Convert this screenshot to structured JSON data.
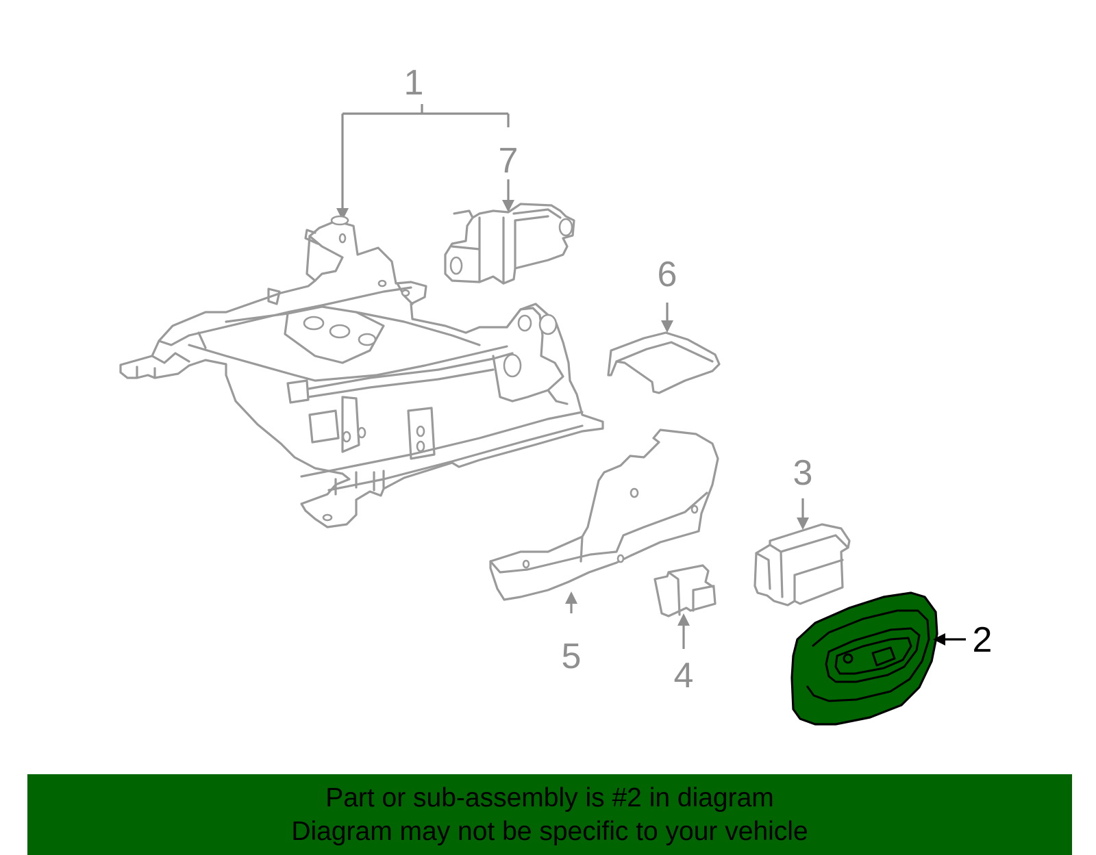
{
  "callouts": {
    "c1": "1",
    "c2": "2",
    "c3": "3",
    "c4": "4",
    "c5": "5",
    "c6": "6",
    "c7": "7"
  },
  "highlighted_part": "2",
  "colors": {
    "highlight_fill": "#006400",
    "line_gray": "#9a9a9a",
    "banner": "#006400"
  },
  "banner": {
    "line1": "Part or sub-assembly is #2 in diagram",
    "line2": "Diagram may not be specific to your vehicle"
  }
}
